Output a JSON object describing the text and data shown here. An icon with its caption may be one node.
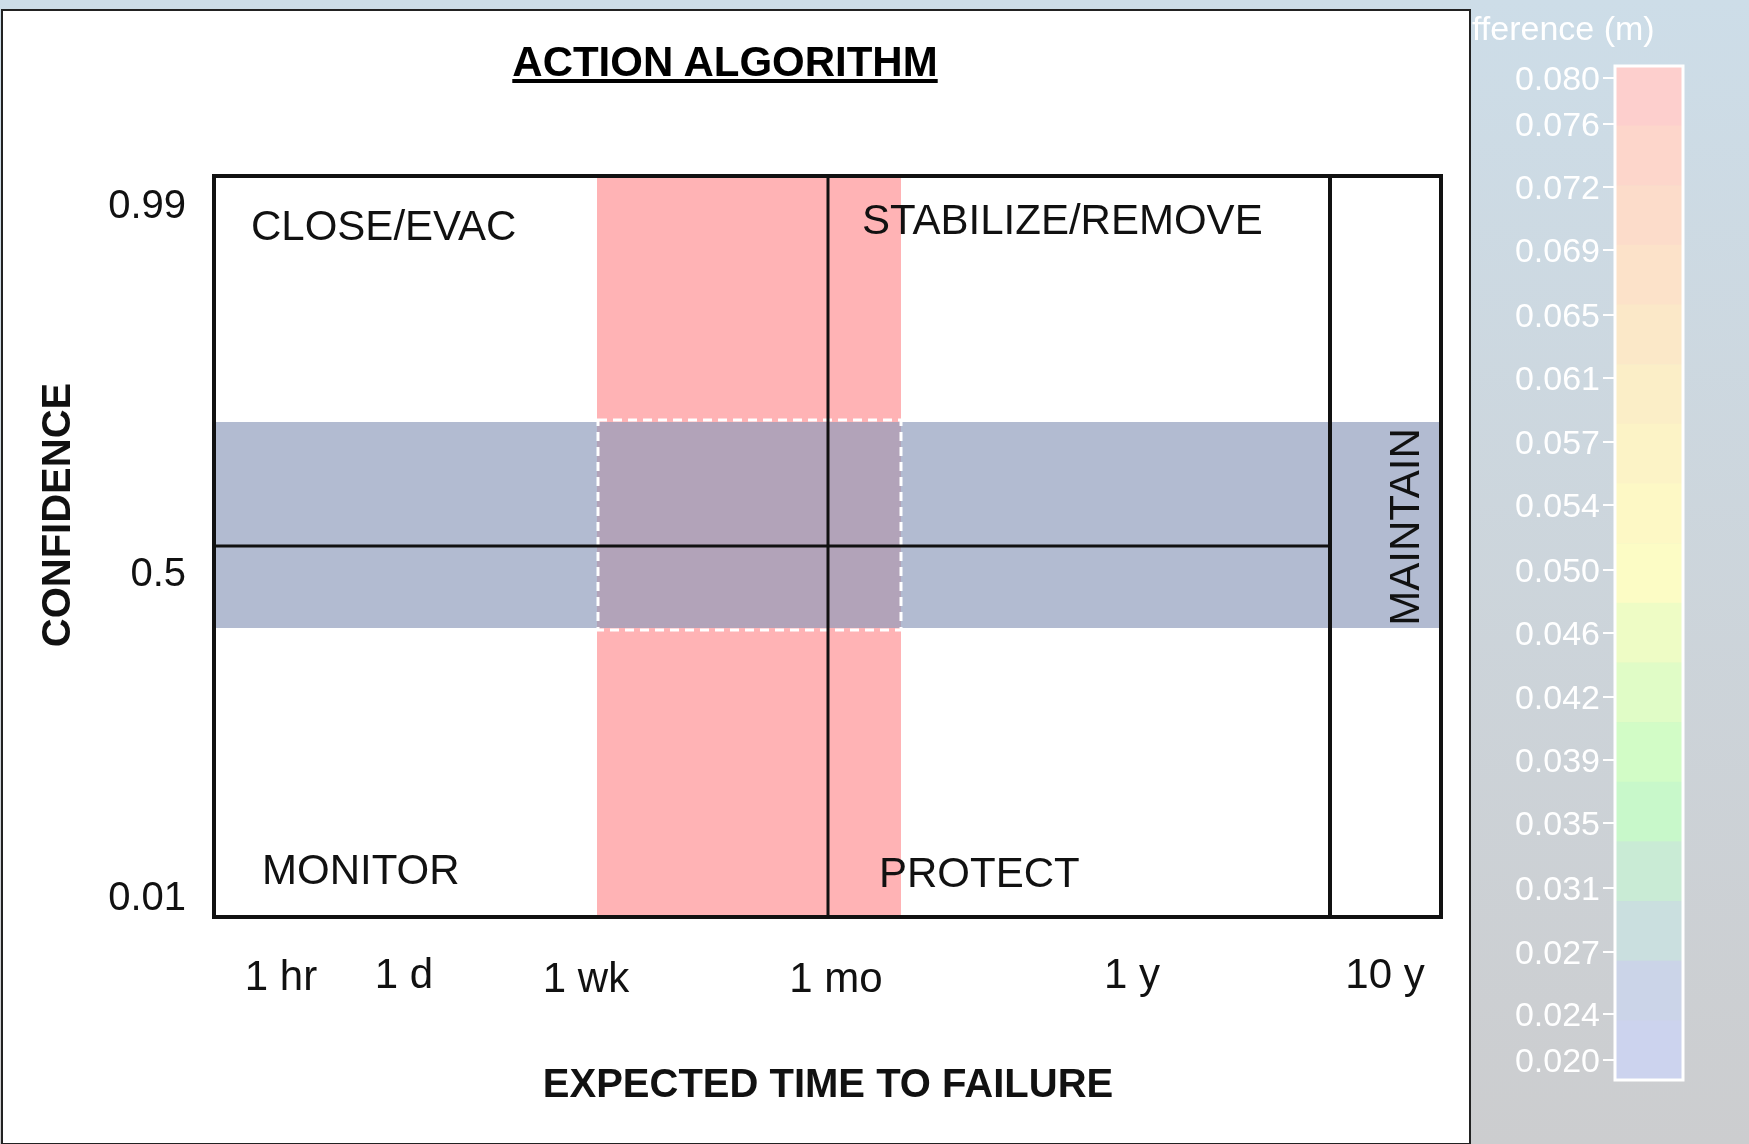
{
  "diagram": {
    "title": "ACTION ALGORITHM",
    "labels": [
      "0.99",
      "CLOSE/EVAC",
      "STABILIZE/REMOVE",
      "MAINTAIN",
      "CONFIDENCE",
      "0.5",
      "0.01",
      "MONITOR",
      "PROTECT",
      "1 hr",
      "1 d",
      "1 wk",
      "1 mo",
      "1 y",
      "10 y",
      "EXPECTED TIME TO FAILURE",
      "fference (m)",
      "0.080",
      "0.076",
      "0.072",
      "0.069",
      "0.065",
      "0.061",
      "0.057",
      "0.054",
      "0.050",
      "0.046",
      "0.042",
      "0.039",
      "0.035",
      "0.031",
      "0.027",
      "0.024",
      "0.020"
    ]
  }
}
